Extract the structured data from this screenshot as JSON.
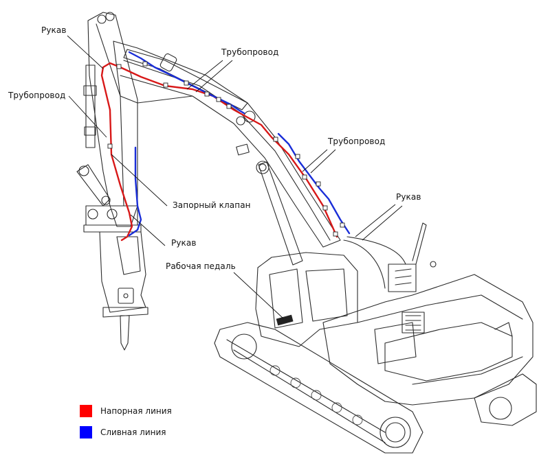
{
  "diagram": {
    "labels": {
      "hose_top": "Рукав",
      "pipeline_left": "Трубопровод",
      "pipeline_arm": "Трубопровод",
      "pipeline_boom": "Трубопровод",
      "hose_cab": "Рукав",
      "stop_valve": "Запорный клапан",
      "hose_breaker": "Рукав",
      "work_pedal": "Рабочая педаль"
    }
  },
  "legend": {
    "items": [
      {
        "label": "Напорная линия",
        "color": "#ff0000"
      },
      {
        "label": "Сливная линия",
        "color": "#0000ff"
      }
    ]
  },
  "colors": {
    "pressure_line": "#d81818",
    "return_line": "#1a2ed8",
    "outline": "#222222",
    "leader": "#111111"
  }
}
